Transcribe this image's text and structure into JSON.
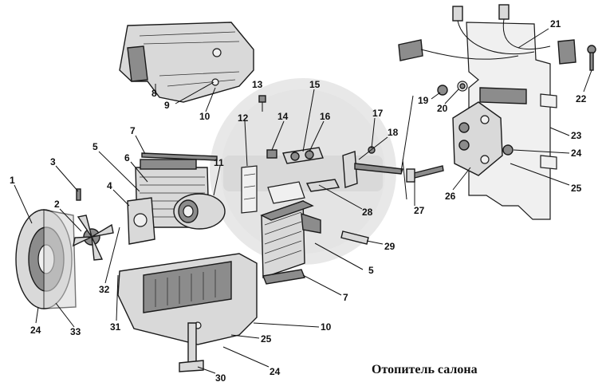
{
  "title": "Отопитель салона",
  "callouts": [
    {
      "id": "c1",
      "label": "1"
    },
    {
      "id": "c2",
      "label": "2"
    },
    {
      "id": "c3",
      "label": "3"
    },
    {
      "id": "c4",
      "label": "4"
    },
    {
      "id": "c5a",
      "label": "5"
    },
    {
      "id": "c5b",
      "label": "5"
    },
    {
      "id": "c6",
      "label": "6"
    },
    {
      "id": "c7a",
      "label": "7"
    },
    {
      "id": "c7b",
      "label": "7"
    },
    {
      "id": "c8",
      "label": "8"
    },
    {
      "id": "c9",
      "label": "9"
    },
    {
      "id": "c10a",
      "label": "10"
    },
    {
      "id": "c10b",
      "label": "10"
    },
    {
      "id": "c11",
      "label": "11"
    },
    {
      "id": "c12",
      "label": "12"
    },
    {
      "id": "c13",
      "label": "13"
    },
    {
      "id": "c14",
      "label": "14"
    },
    {
      "id": "c15",
      "label": "15"
    },
    {
      "id": "c16",
      "label": "16"
    },
    {
      "id": "c17",
      "label": "17"
    },
    {
      "id": "c18",
      "label": "18"
    },
    {
      "id": "c19",
      "label": "19"
    },
    {
      "id": "c20",
      "label": "20"
    },
    {
      "id": "c21",
      "label": "21"
    },
    {
      "id": "c22",
      "label": "22"
    },
    {
      "id": "c23",
      "label": "23"
    },
    {
      "id": "c24a",
      "label": "24"
    },
    {
      "id": "c24b",
      "label": "24"
    },
    {
      "id": "c24c",
      "label": "24"
    },
    {
      "id": "c25a",
      "label": "25"
    },
    {
      "id": "c25b",
      "label": "25"
    },
    {
      "id": "c26",
      "label": "26"
    },
    {
      "id": "c27",
      "label": "27"
    },
    {
      "id": "c28",
      "label": "28"
    },
    {
      "id": "c29",
      "label": "29"
    },
    {
      "id": "c30",
      "label": "30"
    },
    {
      "id": "c31",
      "label": "31"
    },
    {
      "id": "c32",
      "label": "32"
    },
    {
      "id": "c33",
      "label": "33"
    }
  ]
}
